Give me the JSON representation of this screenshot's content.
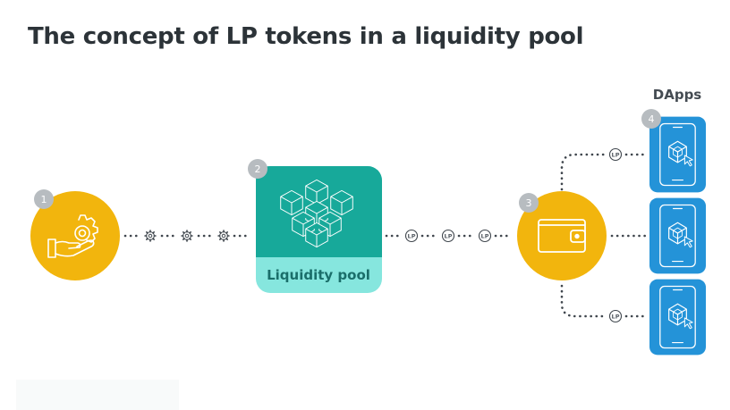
{
  "title": "The concept of LP tokens in a liquidity pool",
  "steps": [
    {
      "number": "1",
      "icon": "hand-gear-icon"
    },
    {
      "number": "2",
      "label": "Liquidity pool",
      "icon": "cubes-icon"
    },
    {
      "number": "3",
      "icon": "wallet-icon"
    },
    {
      "number": "4",
      "icon": "phone-app-icon"
    }
  ],
  "dapps_label": "DApps",
  "token_label": "LP",
  "colors": {
    "yellow": "#f2b50d",
    "teal": "#17a99a",
    "teal_light": "#86e6de",
    "blue": "#2493d8",
    "badge_gray": "#b7bcc0",
    "dots": "#3f464d"
  }
}
